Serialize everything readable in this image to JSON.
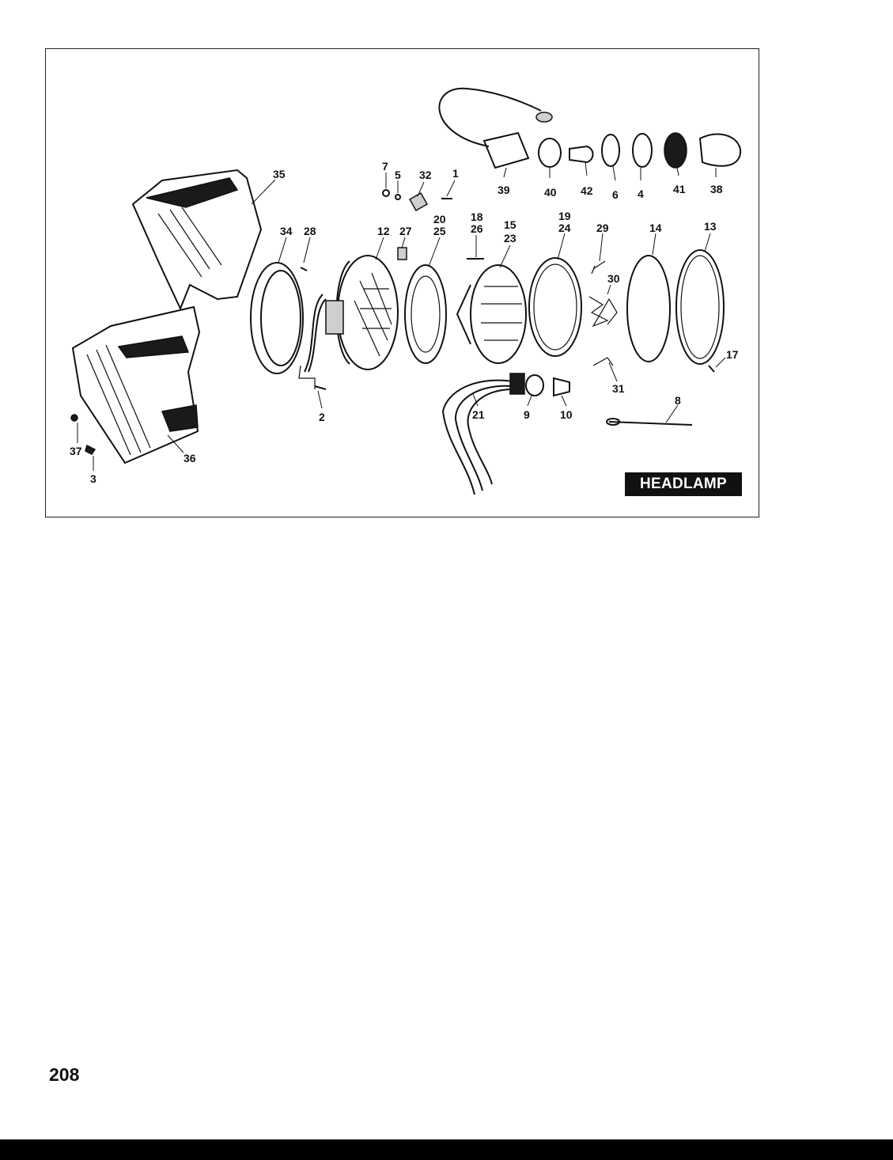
{
  "figure": {
    "badge": "HEADLAMP",
    "callouts": [
      {
        "id": "c35",
        "text": "35"
      },
      {
        "id": "c7",
        "text": "7"
      },
      {
        "id": "c5",
        "text": "5"
      },
      {
        "id": "c32",
        "text": "32"
      },
      {
        "id": "c1",
        "text": "1"
      },
      {
        "id": "c39",
        "text": "39"
      },
      {
        "id": "c40",
        "text": "40"
      },
      {
        "id": "c42",
        "text": "42"
      },
      {
        "id": "c6",
        "text": "6"
      },
      {
        "id": "c4",
        "text": "4"
      },
      {
        "id": "c41",
        "text": "41"
      },
      {
        "id": "c38",
        "text": "38"
      },
      {
        "id": "c34",
        "text": "34"
      },
      {
        "id": "c28",
        "text": "28"
      },
      {
        "id": "c12",
        "text": "12"
      },
      {
        "id": "c27",
        "text": "27"
      },
      {
        "id": "c20",
        "text": "20"
      },
      {
        "id": "c25",
        "text": "25"
      },
      {
        "id": "c18",
        "text": "18"
      },
      {
        "id": "c26",
        "text": "26"
      },
      {
        "id": "c15",
        "text": "15"
      },
      {
        "id": "c23",
        "text": "23"
      },
      {
        "id": "c19",
        "text": "19"
      },
      {
        "id": "c24",
        "text": "24"
      },
      {
        "id": "c29",
        "text": "29"
      },
      {
        "id": "c14",
        "text": "14"
      },
      {
        "id": "c13",
        "text": "13"
      },
      {
        "id": "c30",
        "text": "30"
      },
      {
        "id": "c17",
        "text": "17"
      },
      {
        "id": "c31",
        "text": "31"
      },
      {
        "id": "c8",
        "text": "8"
      },
      {
        "id": "c2",
        "text": "2"
      },
      {
        "id": "c21",
        "text": "21"
      },
      {
        "id": "c9",
        "text": "9"
      },
      {
        "id": "c10",
        "text": "10"
      },
      {
        "id": "c37",
        "text": "37"
      },
      {
        "id": "c3",
        "text": "3"
      },
      {
        "id": "c36",
        "text": "36"
      }
    ]
  },
  "page_number": "208"
}
